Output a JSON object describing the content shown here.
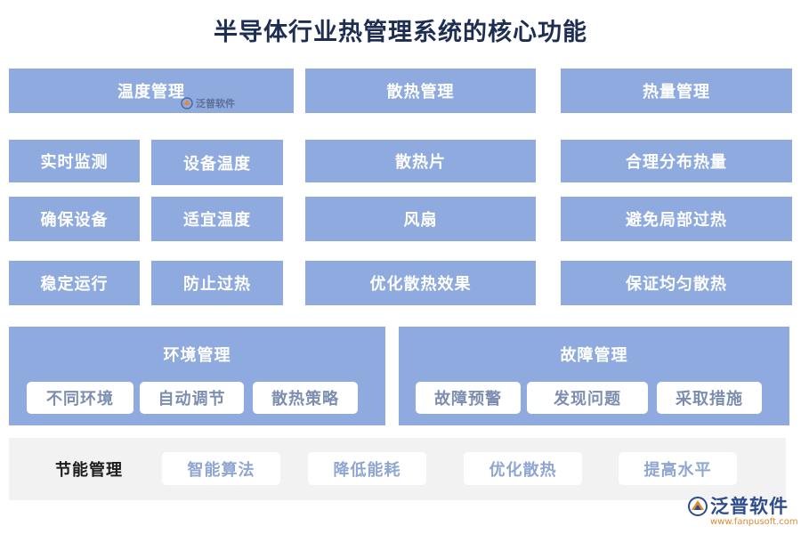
{
  "title": "半导体行业热管理系统的核心功能",
  "top_columns": {
    "temperature": "温度管理",
    "heat_dissipation": "散热管理",
    "heat_quantity": "热量管理"
  },
  "temperature_items": [
    "实时监测",
    "设备温度",
    "确保设备",
    "适宜温度",
    "稳定运行",
    "防止过热"
  ],
  "heat_dissipation_items": [
    "散热片",
    "风扇",
    "优化散热效果"
  ],
  "heat_quantity_items": [
    "合理分布热量",
    "避免局部过热",
    "保证均匀散热"
  ],
  "environment": {
    "title": "环境管理",
    "items": [
      "不同环境",
      "自动调节",
      "散热策略"
    ]
  },
  "fault": {
    "title": "故障管理",
    "items": [
      "故障预警",
      "发现问题",
      "采取措施"
    ]
  },
  "energy": {
    "label": "节能管理",
    "items": [
      "智能算法",
      "降低能耗",
      "优化散热",
      "提高水平"
    ]
  },
  "watermark": {
    "brand": "泛普软件",
    "url": "www.fanpusoft.com"
  },
  "colors": {
    "box_fill": "#8eaade",
    "title": "#1e2d52",
    "energy_bg": "#f2f2f2",
    "url": "#e08a32"
  }
}
